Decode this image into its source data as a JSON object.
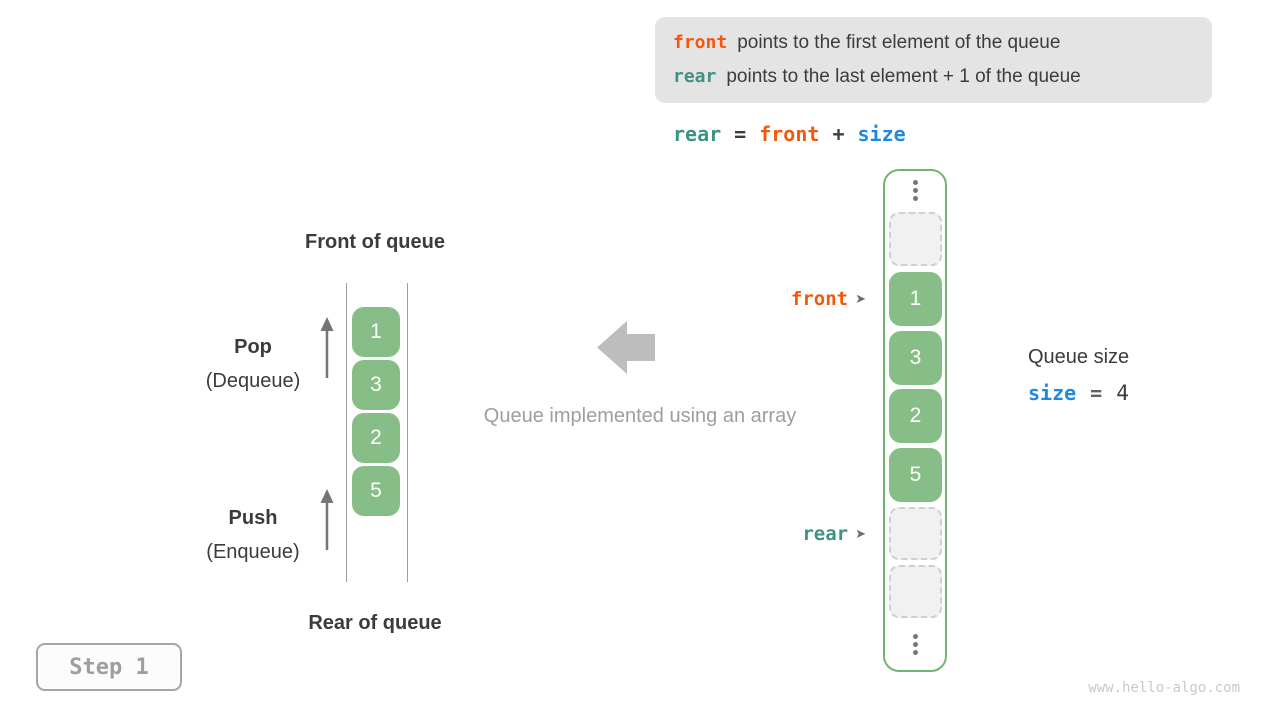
{
  "colors": {
    "orange": "#F2580D",
    "teal": "#3F9183",
    "blue": "#1E88E5",
    "green_fill": "#87BE87",
    "green_border": "#72B572",
    "dark_text": "#3B3B3B",
    "gray_text": "#9E9E9E",
    "arrow_gray": "#BDBDBD",
    "box_bg": "#E4E4E4"
  },
  "info_box": {
    "line1": {
      "code": "front",
      "text": "points to the first element of the queue"
    },
    "line2": {
      "code": "rear",
      "text": "points to the last element + 1 of the queue"
    }
  },
  "formula": {
    "lhs": "rear",
    "eq": "=",
    "operand1": "front",
    "op": "+",
    "operand2": "size"
  },
  "left_queue": {
    "front_label": "Front of queue",
    "rear_label": "Rear of queue",
    "pop": {
      "label": "Pop",
      "sublabel": "(Dequeue)"
    },
    "push": {
      "label": "Push",
      "sublabel": "(Enqueue)"
    },
    "cells": [
      "1",
      "3",
      "2",
      "5"
    ]
  },
  "middle": {
    "caption": "Queue implemented using an array"
  },
  "right_array": {
    "front_pointer": "front",
    "rear_pointer": "rear",
    "pointer_arrow": "➤",
    "cells": [
      "1",
      "3",
      "2",
      "5"
    ]
  },
  "queue_size": {
    "label": "Queue size",
    "variable": "size",
    "eq": "=",
    "value": "4"
  },
  "step_badge": {
    "label": "Step 1"
  },
  "watermark": "www.hello-algo.com"
}
